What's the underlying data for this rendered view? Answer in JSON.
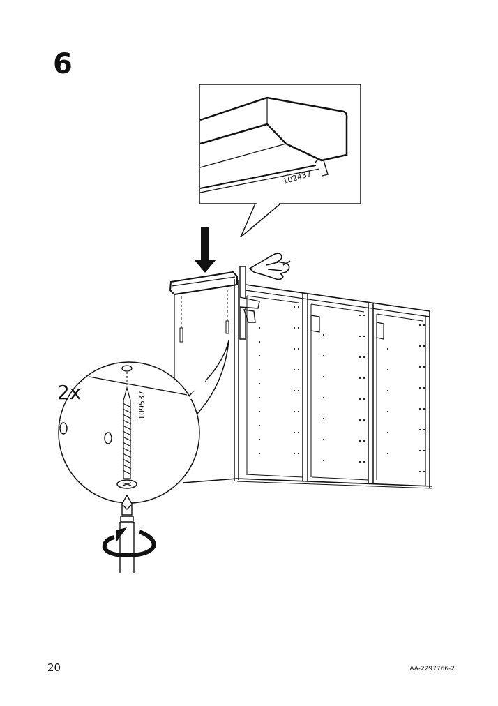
{
  "step": {
    "number": "6"
  },
  "callout": {
    "part_number": "102437"
  },
  "screw_detail": {
    "quantity": "2x",
    "part_number": "109537"
  },
  "footer": {
    "page_number": "20",
    "document_code": "AA-2297766-2"
  }
}
